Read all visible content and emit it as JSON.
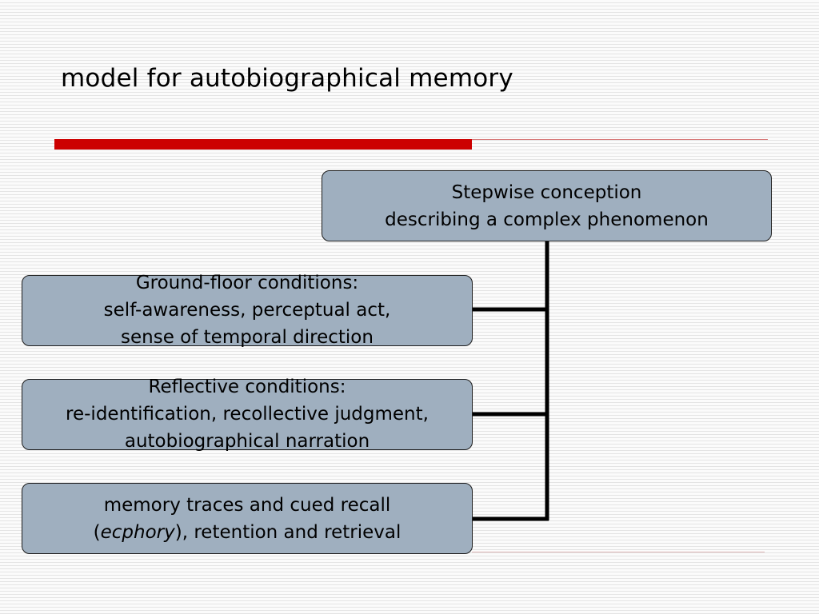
{
  "title": "model for autobiographical memory",
  "colors": {
    "accent_bar": "#cc0000",
    "box_fill": "#9fafbf",
    "box_border": "#1d1d1d",
    "connector": "#000000"
  },
  "diagram": {
    "root": {
      "line1": "Stepwise conception",
      "line2": "describing a complex phenomenon"
    },
    "nodes": [
      {
        "line1": "Ground-floor conditions:",
        "line2": "self-awareness, perceptual act,",
        "line3": "sense of temporal direction"
      },
      {
        "line1": "Reflective conditions:",
        "line2": "re-identification, recollective judgment,",
        "line3": "autobiographical narration"
      },
      {
        "line1": "memory traces and cued recall",
        "line2_open": "(",
        "line2_italic": "ecphory",
        "line2_rest": "), retention and retrieval"
      }
    ]
  }
}
